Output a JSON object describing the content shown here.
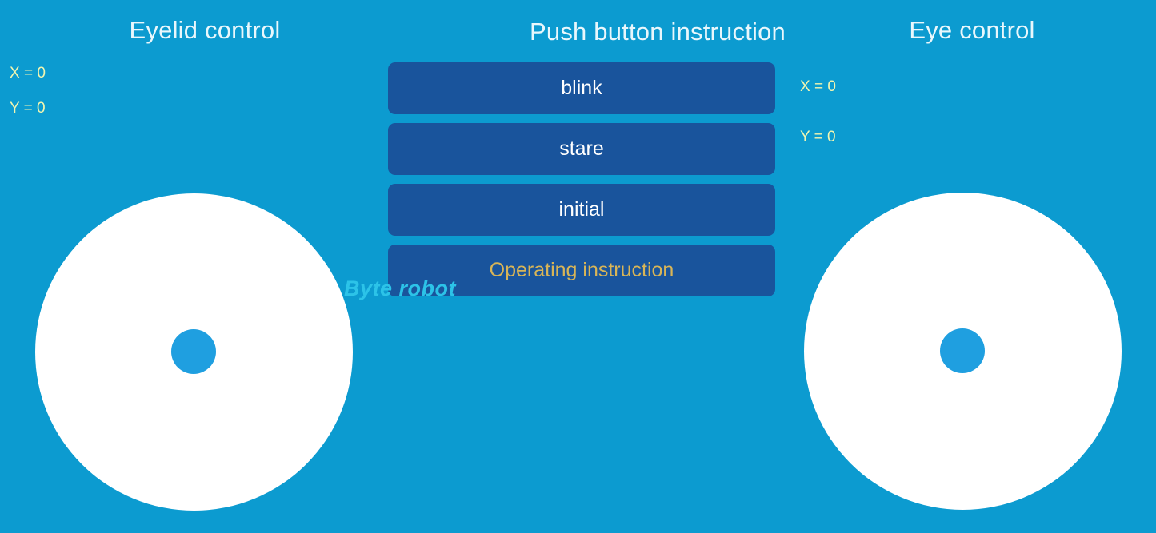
{
  "theme": {
    "background": "#0c9bd0",
    "button_fill": "#19549c",
    "button_text": "#ffffff",
    "accent_gold": "#d8b557",
    "title_text": "#e9f7fc",
    "coord_text": "#f3f6b0",
    "joystick_face": "#ffffff",
    "joystick_knob": "#1f9fe0",
    "watermark_color": "#2cc3e8"
  },
  "left_panel": {
    "title": "Eyelid control",
    "x_readout": "X = 0",
    "y_readout": "Y = 0",
    "joystick_name": "eyelid-joystick"
  },
  "center_panel": {
    "title": "Push button instruction",
    "buttons": [
      {
        "label": "blink",
        "style": "default"
      },
      {
        "label": "stare",
        "style": "default"
      },
      {
        "label": "initial",
        "style": "default"
      },
      {
        "label": "Operating instruction",
        "style": "gold"
      }
    ]
  },
  "right_panel": {
    "title": "Eye control",
    "x_readout": "X = 0",
    "y_readout": "Y = 0",
    "joystick_name": "eye-joystick"
  },
  "watermark": {
    "text": "Byte robot"
  }
}
